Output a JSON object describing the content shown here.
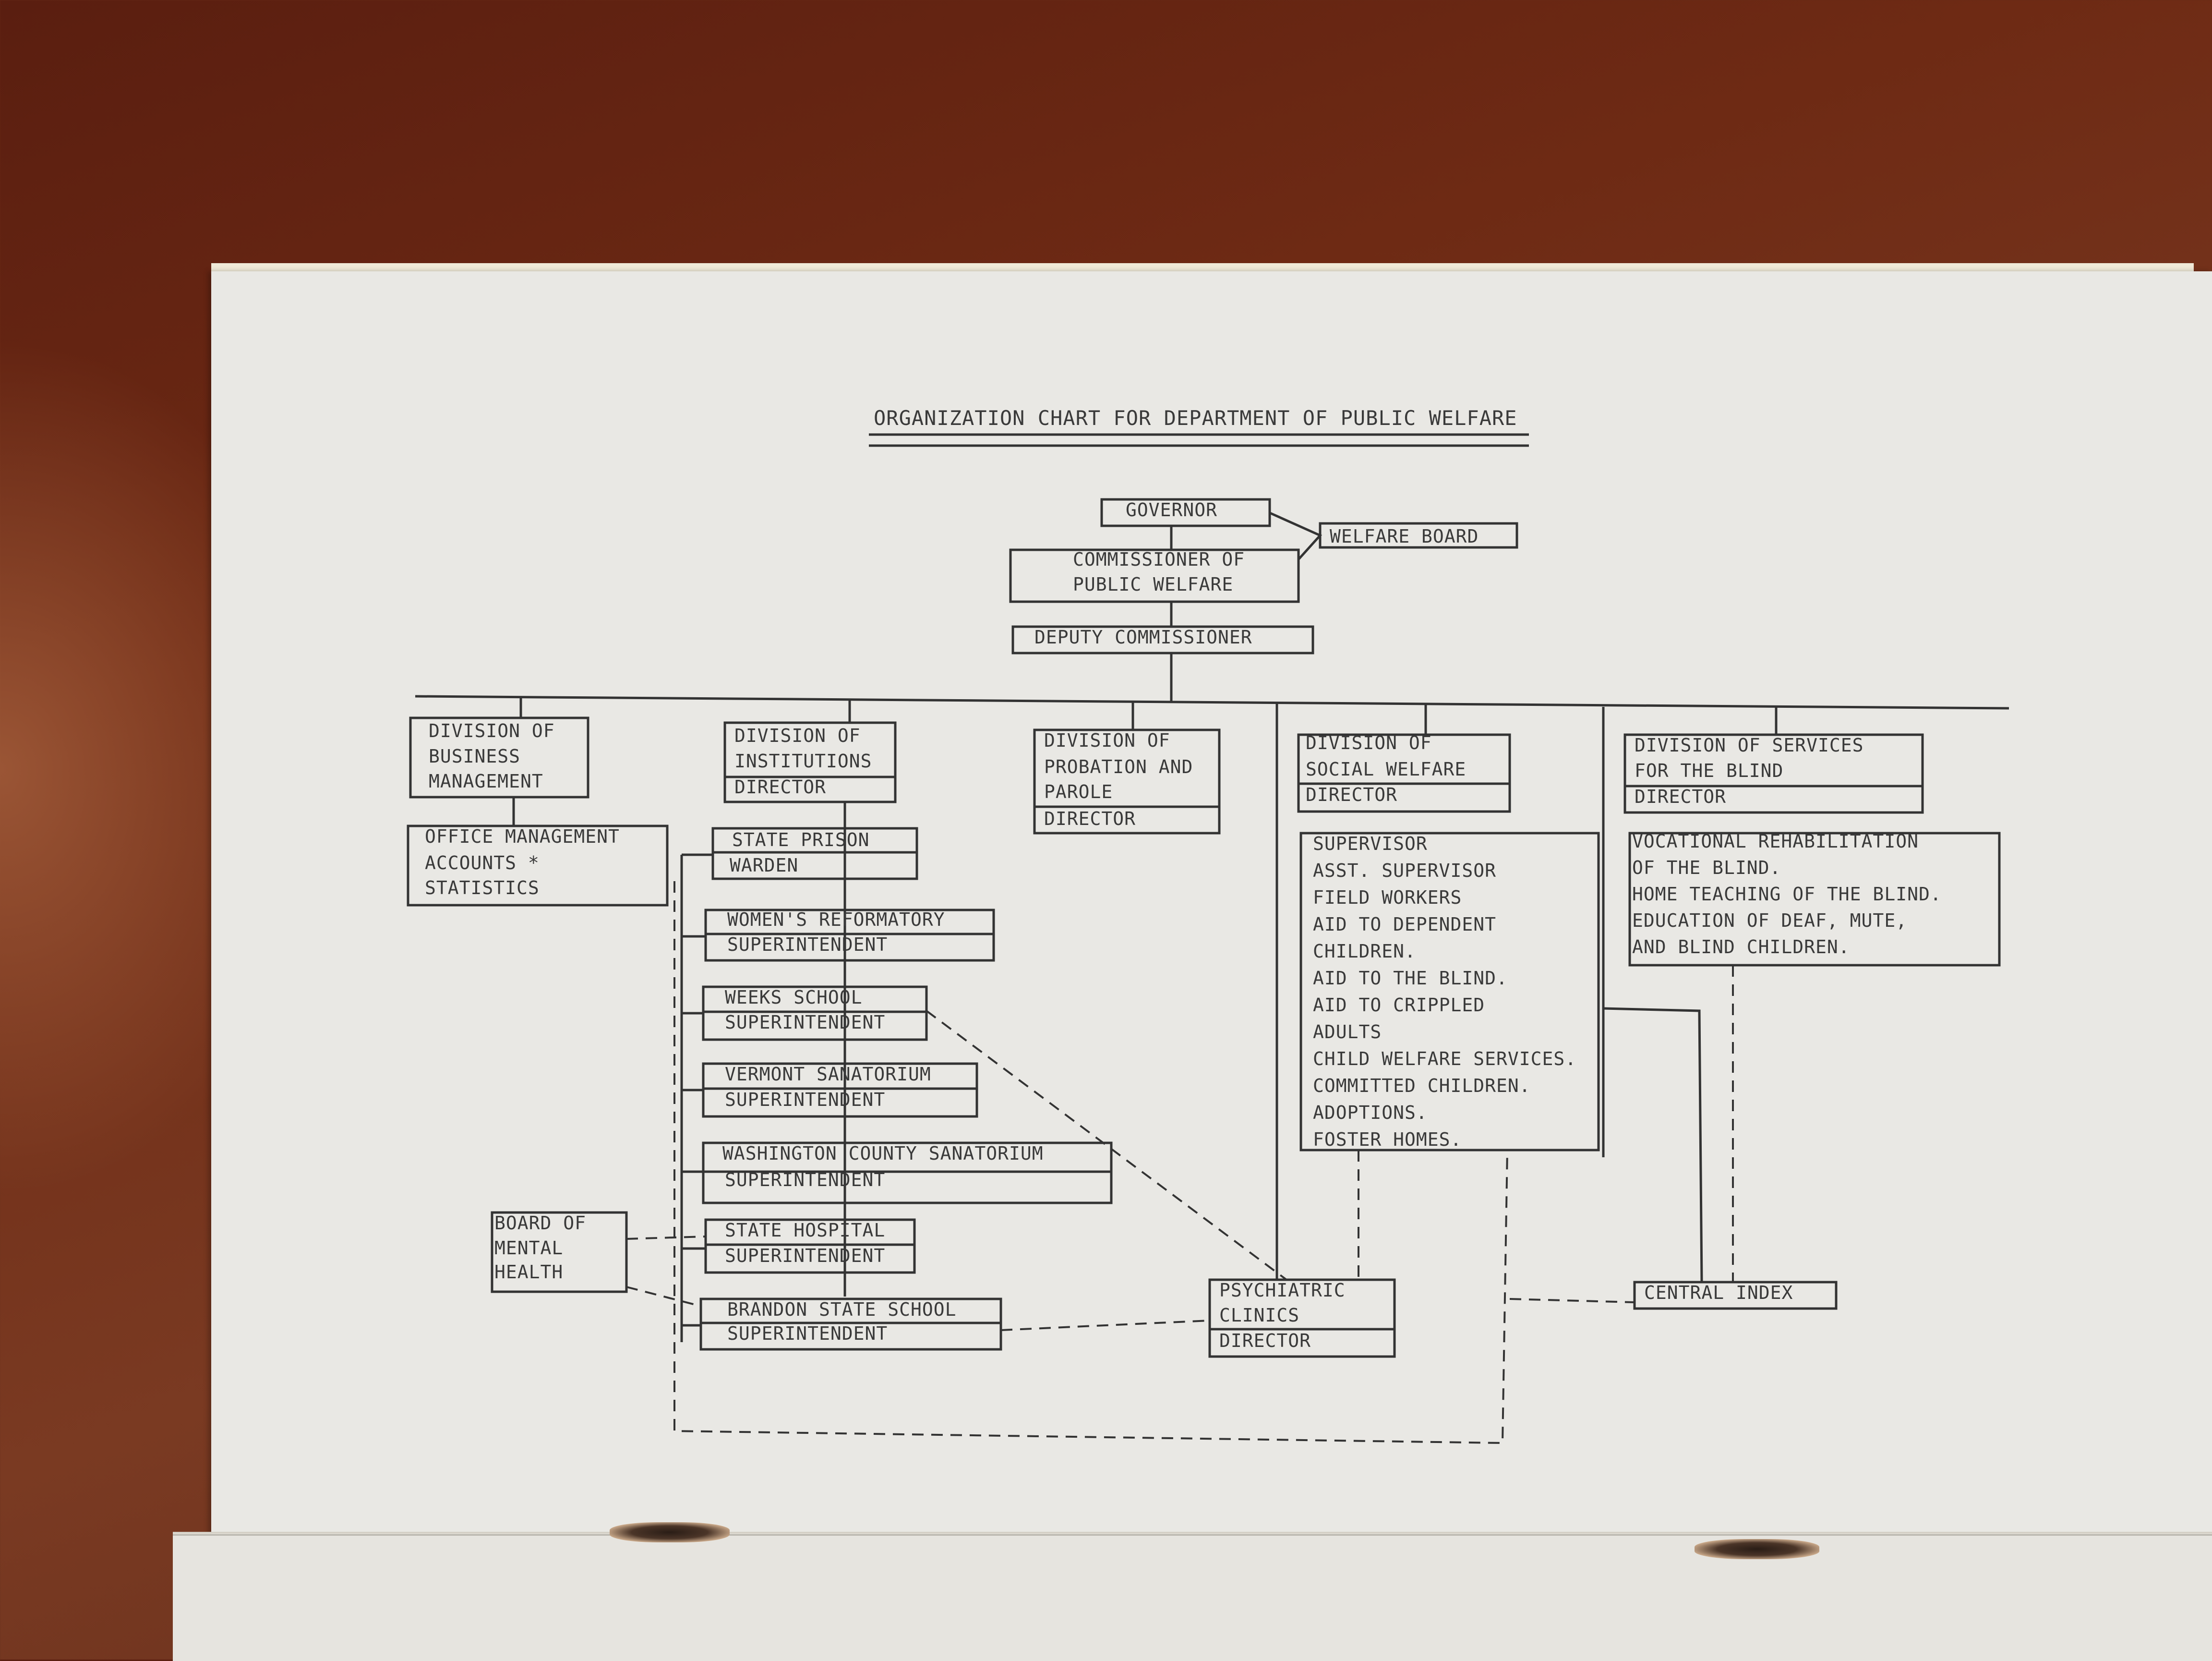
{
  "title": "ORGANIZATION CHART FOR DEPARTMENT OF PUBLIC WELFARE",
  "governor": "GOVERNOR",
  "welfare_board": "WELFARE BOARD",
  "commissioner": [
    "COMMISSIONER OF",
    "PUBLIC WELFARE"
  ],
  "deputy": "DEPUTY COMMISSIONER",
  "business": {
    "name": [
      "DIVISION OF",
      "BUSINESS",
      "MANAGEMENT"
    ],
    "unit": [
      "OFFICE MANAGEMENT",
      "ACCOUNTS *",
      "STATISTICS"
    ]
  },
  "institutions": {
    "name": [
      "DIVISION OF",
      "INSTITUTIONS"
    ],
    "head": "DIRECTOR",
    "units": [
      {
        "name": "STATE PRISON",
        "head": "WARDEN"
      },
      {
        "name": "WOMEN'S REFORMATORY",
        "head": "SUPERINTENDENT"
      },
      {
        "name": "WEEKS SCHOOL",
        "head": "SUPERINTENDENT"
      },
      {
        "name": "VERMONT SANATORIUM",
        "head": "SUPERINTENDENT"
      },
      {
        "name": "WASHINGTON COUNTY SANATORIUM",
        "head": "SUPERINTENDENT"
      },
      {
        "name": "STATE HOSPITAL",
        "head": "SUPERINTENDENT"
      },
      {
        "name": "BRANDON STATE SCHOOL",
        "head": "SUPERINTENDENT"
      }
    ]
  },
  "mental_health": [
    "BOARD OF",
    "MENTAL",
    "HEALTH"
  ],
  "probation": {
    "name": [
      "DIVISION OF",
      "PROBATION AND",
      "PAROLE"
    ],
    "head": "DIRECTOR"
  },
  "social": {
    "name": [
      "DIVISION OF",
      "SOCIAL WELFARE"
    ],
    "head": "DIRECTOR",
    "duties": [
      "SUPERVISOR",
      "ASST. SUPERVISOR",
      "FIELD WORKERS",
      "AID TO DEPENDENT",
      "CHILDREN.",
      "AID TO THE BLIND.",
      "AID TO CRIPPLED",
      "ADULTS",
      "CHILD WELFARE SERVICES.",
      "COMMITTED CHILDREN.",
      "ADOPTIONS.",
      "FOSTER HOMES."
    ]
  },
  "blind": {
    "name": [
      "DIVISION OF SERVICES",
      "FOR THE BLIND"
    ],
    "head": "DIRECTOR",
    "duties": [
      "VOCATIONAL REHABILITATION",
      "OF THE BLIND.",
      "HOME TEACHING OF THE BLIND.",
      "EDUCATION OF DEAF, MUTE,",
      "AND BLIND CHILDREN."
    ]
  },
  "psychiatric": {
    "name": [
      "PSYCHIATRIC",
      "CLINICS"
    ],
    "head": "DIRECTOR"
  },
  "central_index": "CENTRAL INDEX"
}
